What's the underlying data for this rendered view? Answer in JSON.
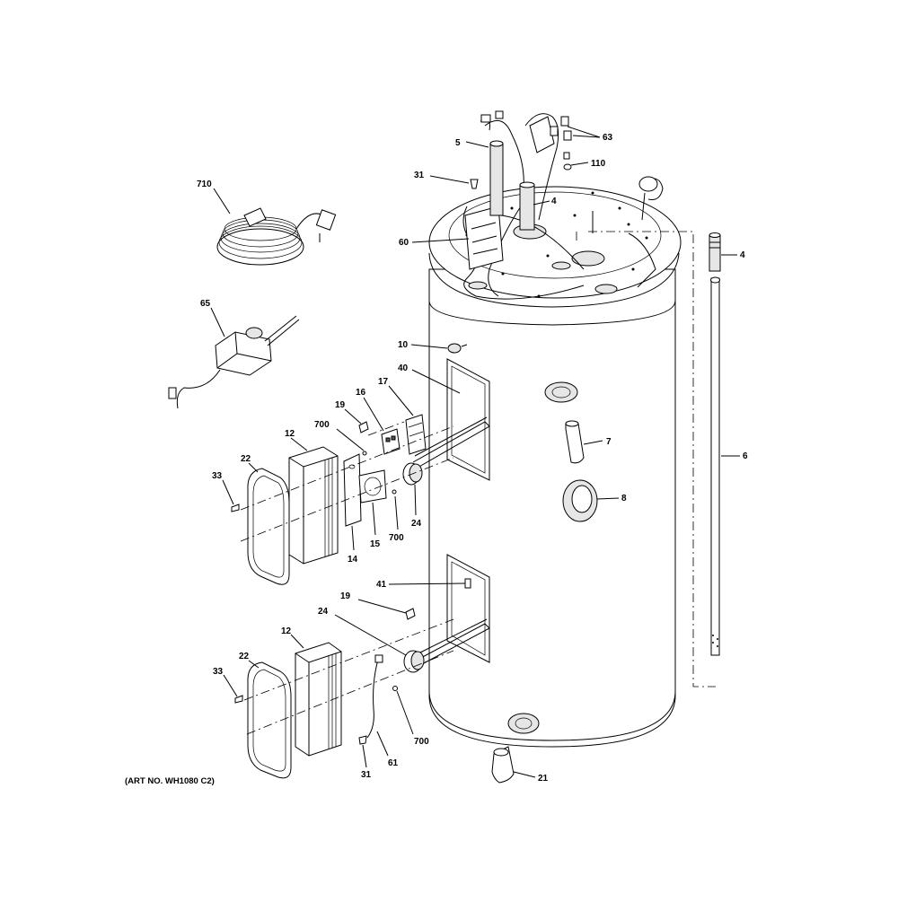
{
  "art_number": "(ART NO. WH1080 C2)",
  "callouts": {
    "c5": "5",
    "c63": "63",
    "c31_top": "31",
    "c110": "110",
    "c710": "710",
    "c4_top": "4",
    "c60": "60",
    "c4_right": "4",
    "c65": "65",
    "c10": "10",
    "c40": "40",
    "c17": "17",
    "c16": "16",
    "c19_top": "19",
    "c700_a": "700",
    "c12_top": "12",
    "c22_top": "22",
    "c33_top": "33",
    "c7": "7",
    "c6": "6",
    "c24_top": "24",
    "c700_b": "700",
    "c14": "14",
    "c15": "15",
    "c8": "8",
    "c41": "41",
    "c19_bot": "19",
    "c24_bot": "24",
    "c12_bot": "12",
    "c22_bot": "22",
    "c33_bot": "33",
    "c700_c": "700",
    "c61": "61",
    "c31_bot": "31",
    "c21": "21"
  }
}
